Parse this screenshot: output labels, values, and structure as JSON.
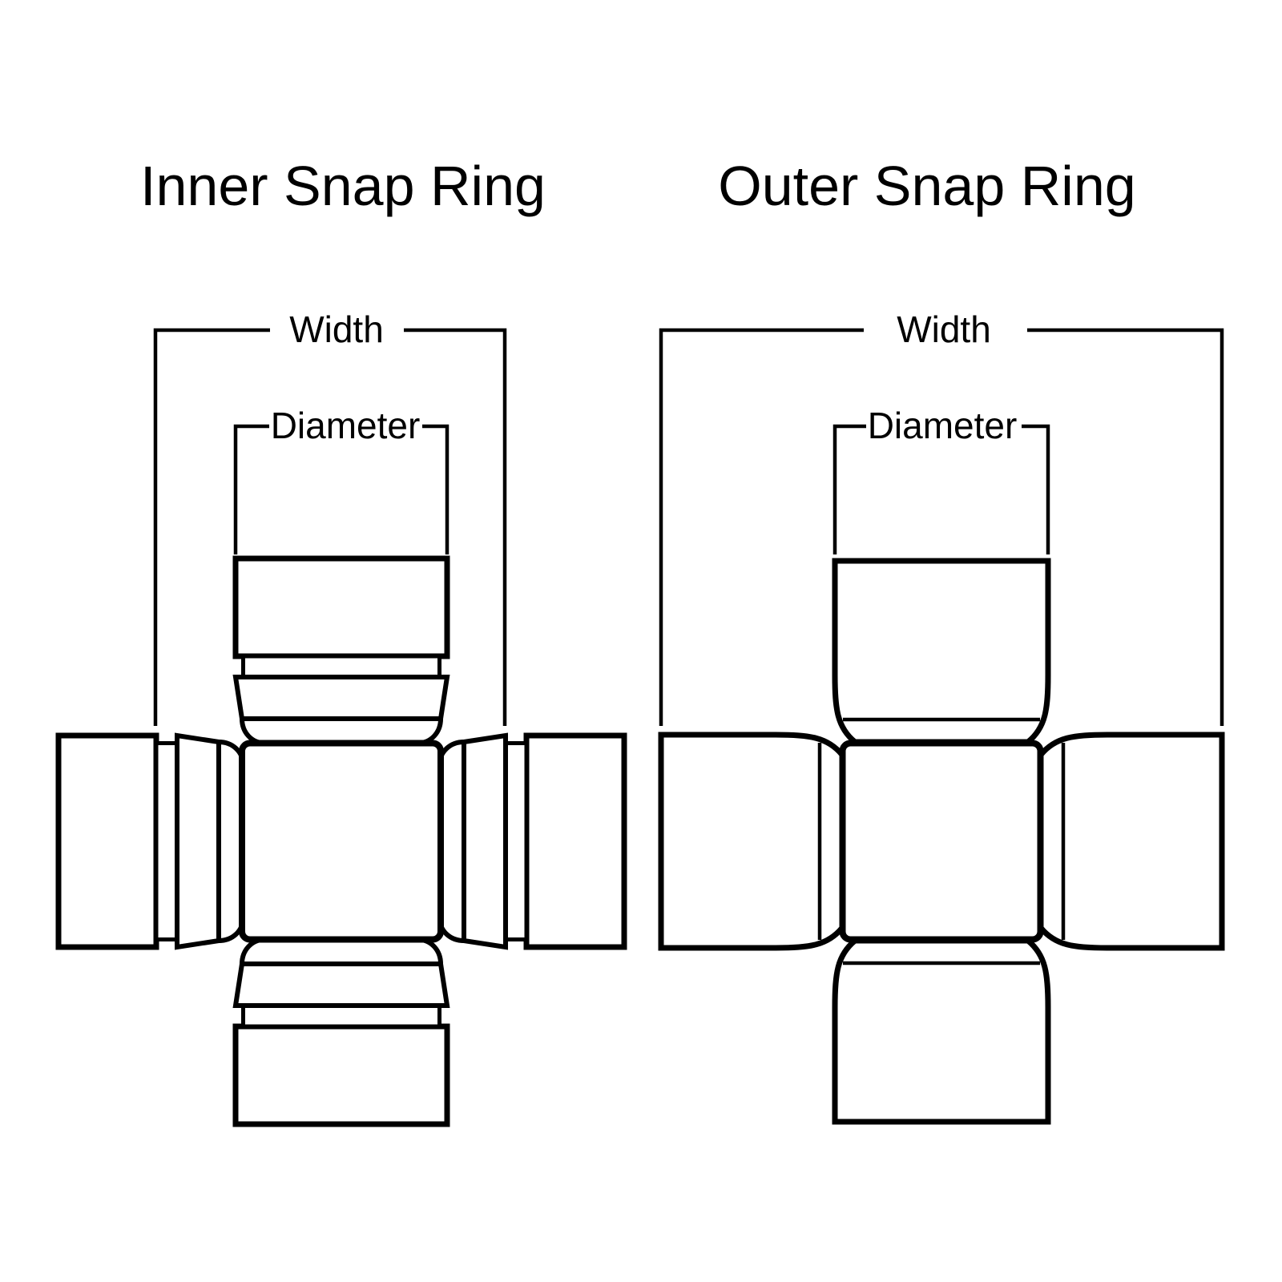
{
  "page": {
    "background_color": "#ffffff",
    "line_color": "#000000",
    "text_color": "#000000"
  },
  "diagrams": [
    {
      "id": "inner-snap-ring",
      "title": "Inner Snap Ring",
      "width_label": "Width",
      "diameter_label": "Diameter"
    },
    {
      "id": "outer-snap-ring",
      "title": "Outer Snap Ring",
      "width_label": "Width",
      "diameter_label": "Diameter"
    }
  ]
}
